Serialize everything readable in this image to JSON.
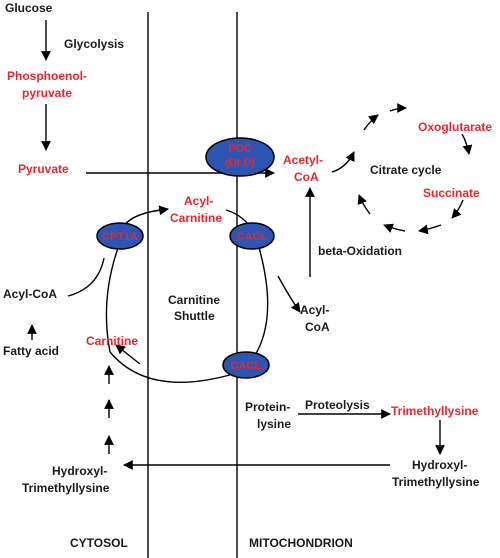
{
  "labels": {
    "glucose": "Glucose",
    "glycolysis": "Glycolysis",
    "pep_1": "Phosphoenol-",
    "pep_2": "pyruvate",
    "pyruvate": "Pyruvate",
    "acetyl_1": "Acetyl-",
    "acetyl_2": "CoA",
    "citrate_cycle": "Citrate cycle",
    "oxoglutarate": "Oxoglutarate",
    "succinate": "Succinate",
    "acylcarn_1": "Acyl-",
    "acylcarn_2": "Carnitine",
    "beta_ox": "beta-Oxidation",
    "acylcoa_cyt": "Acyl-CoA",
    "fatty_acid": "Fatty acid",
    "carnitine": "Carnitine",
    "shuttle_1": "Carnitine",
    "shuttle_2": "Shuttle",
    "acylcoa_mito_1": "Acyl-",
    "acylcoa_mito_2": "CoA",
    "protein_1": "Protein-",
    "protein_2": "lysine",
    "proteolysis": "Proteolysis",
    "tml": "Trimethyllysine",
    "hydroxyl_right_1": "Hydroxyl-",
    "hydroxyl_right_2": "Trimethyllysine",
    "hydroxyl_left_1": "Hydroxyl-",
    "hydroxyl_left_2": "Trimethyllysine",
    "cytosol": "CYTOSOL",
    "mitochondrion": "MITOCHONDRION"
  },
  "enzymes": {
    "pdc_1": "PDC",
    "pdc_2": "(DLD)",
    "cpt1a": "CPT1A",
    "cacl_top": "CACL",
    "cacl_bottom": "CACL"
  },
  "colors": {
    "highlight_text": "#e8262b",
    "enzyme_fill": "#2d55b4",
    "line": "#000000"
  }
}
